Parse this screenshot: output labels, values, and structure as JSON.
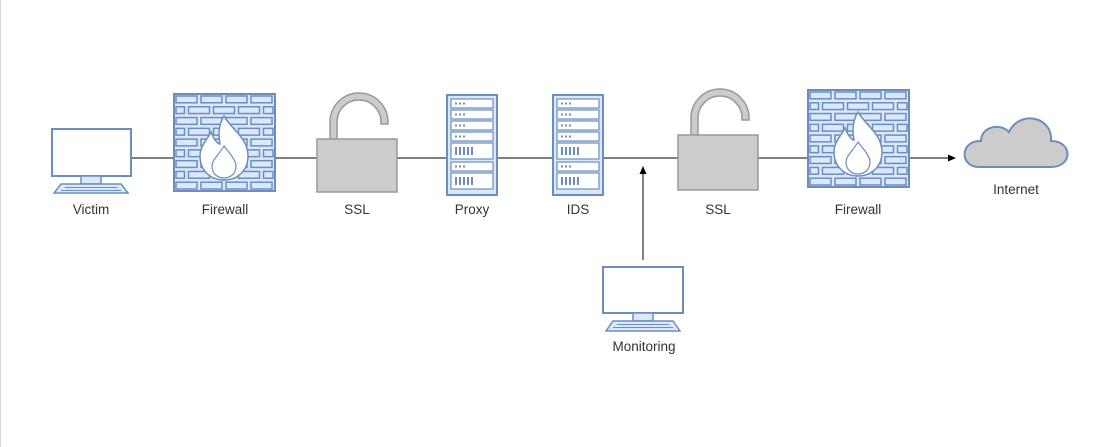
{
  "diagram": {
    "colors": {
      "stroke": "#6c8ebf",
      "fill_blue": "#dae8fc",
      "fill_gray": "#cccccc",
      "lock_stroke": "#999999",
      "line": "#000000",
      "text": "#333333"
    },
    "nodes": [
      {
        "id": "victim",
        "icon": "computer-icon",
        "label": "Victim"
      },
      {
        "id": "firewall-1",
        "icon": "firewall-icon",
        "label": "Firewall"
      },
      {
        "id": "ssl-1",
        "icon": "padlock-icon",
        "label": "SSL"
      },
      {
        "id": "proxy",
        "icon": "server-rack-icon",
        "label": "Proxy"
      },
      {
        "id": "ids",
        "icon": "server-rack-icon",
        "label": "IDS"
      },
      {
        "id": "ssl-2",
        "icon": "padlock-icon",
        "label": "SSL"
      },
      {
        "id": "firewall-2",
        "icon": "firewall-icon",
        "label": "Firewall"
      },
      {
        "id": "internet",
        "icon": "cloud-icon",
        "label": "Internet"
      },
      {
        "id": "monitoring",
        "icon": "computer-icon",
        "label": "Monitoring"
      }
    ]
  }
}
